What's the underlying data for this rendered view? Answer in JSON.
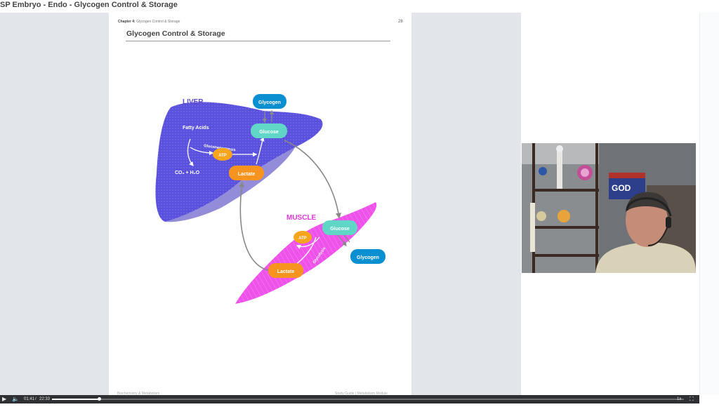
{
  "window": {
    "title": "SP Embryo - Endo - Glycogen Control & Storage"
  },
  "page": {
    "chapter_prefix": "Chapter 4:",
    "chapter_name": "Glycogen Control & Storage",
    "number": "28",
    "title": "Glycogen Control & Storage",
    "footer_left": "Biochemistry & Metabolism",
    "footer_right": "Study Guide | Metabolism Module"
  },
  "diagram": {
    "liver_label": "LIVER",
    "muscle_label": "MUSCLE",
    "liver_glycogen": "Glycogen",
    "liver_glucose": "Glucose",
    "fatty_acids": "Fatty Acids",
    "gluconeogenesis": "Gluconeogenesis",
    "liver_atp": "ATP",
    "co2_h2o": "CO₂ + H₂O",
    "liver_lactate": "Lactate",
    "muscle_glucose": "Glucose",
    "muscle_atp": "ATP",
    "glycolysis": "Glycolysis",
    "muscle_lactate": "Lactate",
    "muscle_glycogen": "Glycogen",
    "colors": {
      "liver": "#5a50de",
      "muscle": "#ee52ea",
      "glycogen": "#0a8fd0",
      "glucose": "#5fd6c6",
      "atp": "#f6a51d",
      "lactate": "#f7931f",
      "title": "#5a48c8",
      "muscle_title": "#dd35d8"
    }
  },
  "player": {
    "current_time": "01:41",
    "separator": "/",
    "duration": "22:33",
    "progress": 0.074,
    "speed": "1x",
    "play_icon": "play-icon",
    "volume_icon": "volume-icon",
    "fullscreen_icon": "fullscreen-icon"
  }
}
